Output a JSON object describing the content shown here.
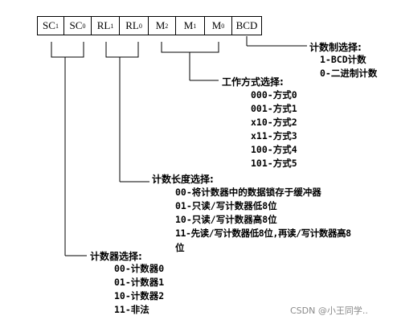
{
  "register_fields": [
    {
      "name": "SC",
      "sub": "1"
    },
    {
      "name": "SC",
      "sub": "0"
    },
    {
      "name": "RL",
      "sub": "1"
    },
    {
      "name": "RL",
      "sub": "0"
    },
    {
      "name": "M",
      "sub": "2"
    },
    {
      "name": "M",
      "sub": "1"
    },
    {
      "name": "M",
      "sub": "0"
    },
    {
      "name": "BCD",
      "sub": ""
    }
  ],
  "count_system": {
    "title": "计数制选择:",
    "options": [
      "1-BCD计数",
      "0-二进制计数"
    ]
  },
  "work_mode": {
    "title": "工作方式选择:",
    "options": [
      "000-方式0",
      "001-方式1",
      "x10-方式2",
      "x11-方式3",
      "100-方式4",
      "101-方式5"
    ]
  },
  "count_length": {
    "title": "计数长度选择:",
    "options": [
      "00-将计数器中的数据锁存于缓冲器",
      "01-只读/写计数器低8位",
      "10-只读/写计数器高8位",
      "11-先读/写计数器低8位,再读/写计数器高8",
      "位"
    ]
  },
  "counter_select": {
    "title": "计数器选择:",
    "options": [
      "00-计数器0",
      "01-计数器1",
      "10-计数器2",
      "11-非法"
    ]
  },
  "watermark": "CSDN @小王同学.."
}
